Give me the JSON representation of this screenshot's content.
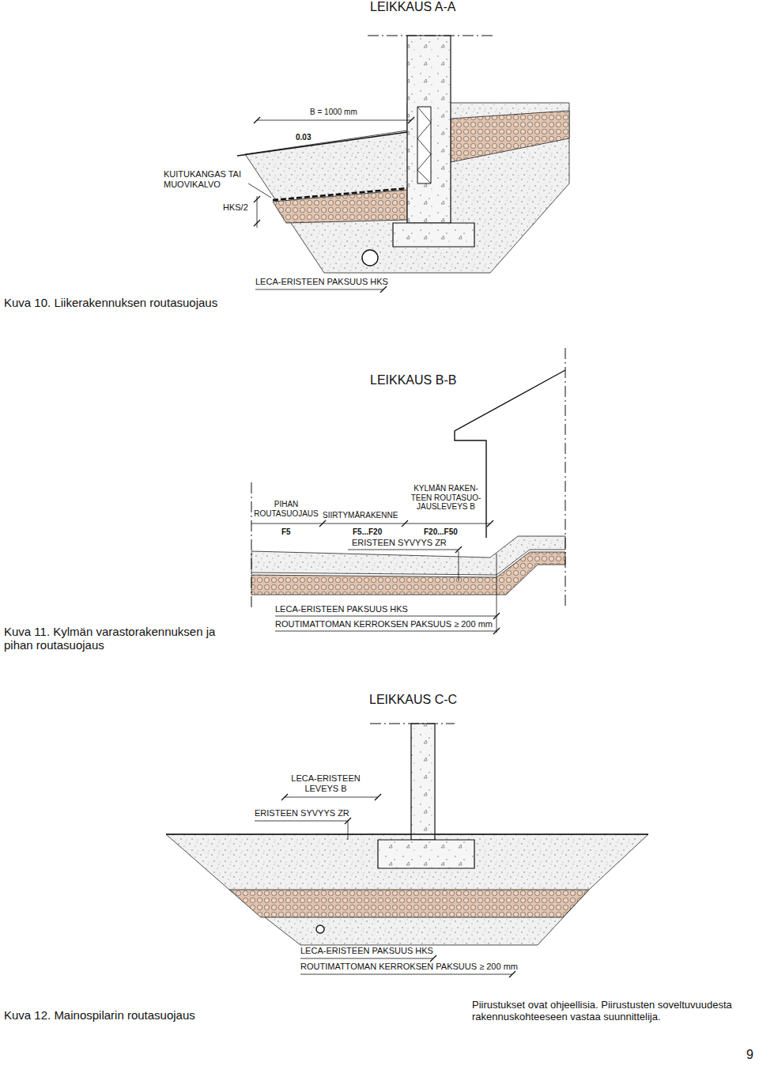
{
  "diagram": {
    "labels": [
      "LEIKKAUS A-A",
      "B = 1000 mm",
      "0.03",
      "KUITUKANGAS TAI MUOVIKALVO",
      "HKS/2",
      "LECA-ERISTEEN PAKSUUS HKS",
      "Kuva 10. Liikerakennuksen routasuojaus",
      "LEIKKAUS B-B",
      "PIHAN ROUTASUOJAUS",
      "SIIRTYMÄRAKENNE",
      "KYLMÄN RAKEN- TEEN ROUTASUO- JAUSLEVEYS B",
      "F5",
      "F5...F20",
      "F20...F50",
      "ERISTEEN SYVYYS ZR",
      "LECA-ERISTEEN PAKSUUS HKS",
      "ROUTIMATTOMAN KERROKSEN PAKSUUS ≥ 200 mm",
      "Kuva 11. Kylmän varastorakennuksen ja pihan routasuojaus",
      "LEIKKAUS C-C",
      "LECA-ERISTEEN LEVEYS B",
      "ERISTEEN SYVYYS ZR",
      "LECA-ERISTEEN PAKSUUS HKS",
      "ROUTIMATTOMAN KERROKSEN PAKSUUS ≥ 200 mm",
      "Kuva 12. Mainospilarin routasuojaus",
      "Piirustukset ovat ohjeellisia. Piirustusten soveltuvuudesta rakennuskohteeseen vastaa suunnittelija.",
      "9"
    ]
  }
}
